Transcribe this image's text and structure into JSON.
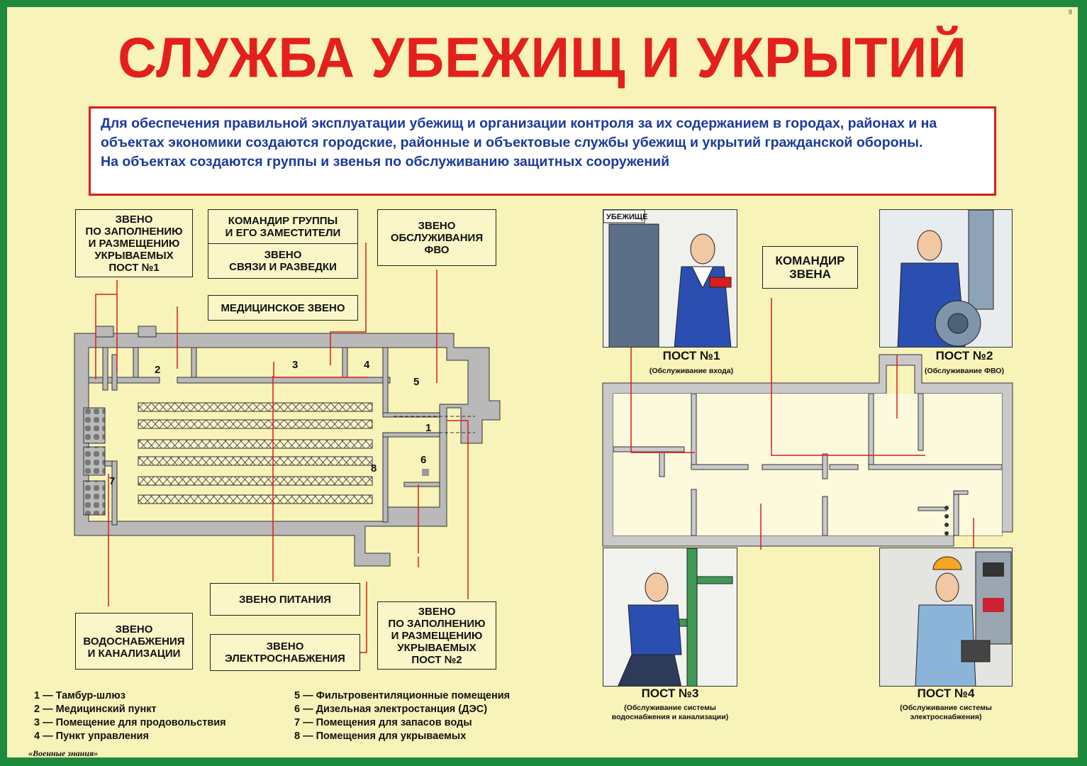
{
  "page_number": "8",
  "title": "СЛУЖБА УБЕЖИЩ И УКРЫТИЙ",
  "intro": {
    "line1": "Для обеспечения правильной эксплуатации убежищ  и организации контроля за их содержанием в городах, районах и на объектах  экономики создаются городские, районные и объектовые службы убежищ и укрытий гражданской обороны.",
    "line2": "На объектах создаются группы и звенья по обслуживанию защитных сооружений"
  },
  "left_plan": {
    "boxes": {
      "filling_post1": "ЗВЕНО\nПО ЗАПОЛНЕНИЮ\nИ РАЗМЕЩЕНИЮ\nУКРЫВАЕМЫХ\nПОСТ №1",
      "commander_group": "КОМАНДИР ГРУППЫ\nИ ЕГО ЗАМЕСТИТЕЛИ",
      "comm_recon": "ЗВЕНО\nСВЯЗИ И РАЗВЕДКИ",
      "fvo": "ЗВЕНО\nОБСЛУЖИВАНИЯ\nФВО",
      "medical": "МЕДИЦИНСКОЕ ЗВЕНО",
      "food": "ЗВЕНО ПИТАНИЯ",
      "power": "ЗВЕНО\nЭЛЕКТРОСНАБЖЕНИЯ",
      "water": "ЗВЕНО\nВОДОСНАБЖЕНИЯ\nИ КАНАЛИЗАЦИИ",
      "filling_post2": "ЗВЕНО\nПО ЗАПОЛНЕНИЮ\nИ РАЗМЕЩЕНИЮ\nУКРЫВАЕМЫХ\nПОСТ №2"
    },
    "room_numbers": [
      "1",
      "2",
      "3",
      "4",
      "5",
      "6",
      "7",
      "8"
    ]
  },
  "right_plan": {
    "commander": "КОМАНДИР\nЗВЕНА",
    "door_sign": "УБЕЖИЩЕ",
    "posts": [
      {
        "label": "ПОСТ №1",
        "sub": "(Обслуживание входа)"
      },
      {
        "label": "ПОСТ №2",
        "sub": "(Обслуживание ФВО)"
      },
      {
        "label": "ПОСТ №3",
        "sub": "(Обслуживание системы\nводоснабжения и канализации)"
      },
      {
        "label": "ПОСТ №4",
        "sub": "(Обслуживание системы\nэлектроснабжения)"
      }
    ]
  },
  "legend": {
    "col1": [
      "1 — Тамбур-шлюз",
      "2 — Медицинский пункт",
      "3 — Помещение для продовольствия",
      "4 — Пункт управления"
    ],
    "col2": [
      "5 — Фильтровентиляционные помещения",
      "6 — Дизельная электростанция (ДЭС)",
      "7 — Помещения для запасов воды",
      "8 — Помещения для укрываемых"
    ]
  },
  "footer": "«Военные знания»",
  "colors": {
    "border_green": "#1e8a3c",
    "background": "#f8f3b8",
    "title_red": "#e3201b",
    "intro_blue": "#1c3a9a",
    "line_red": "#d81e1e",
    "uniform_blue": "#2a4fb0"
  }
}
